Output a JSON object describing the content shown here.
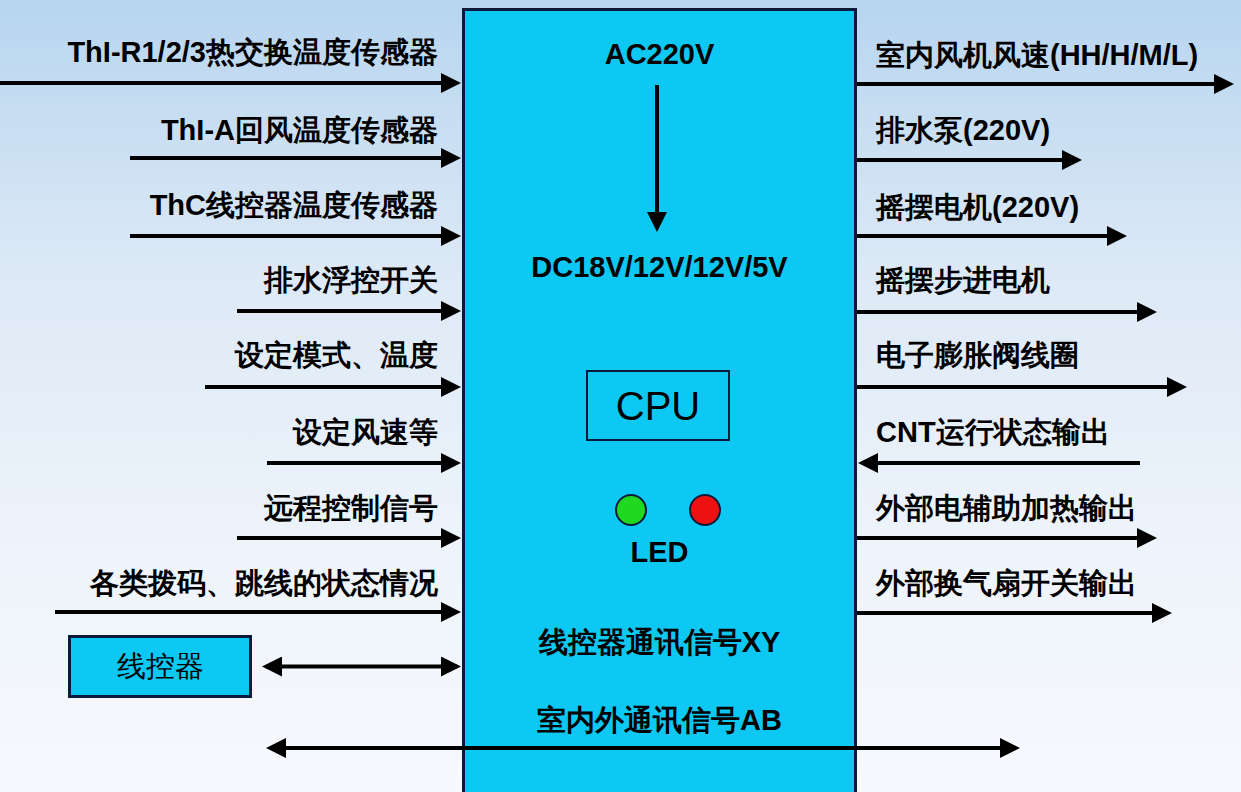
{
  "diagram": {
    "nodes": [
      {
        "text": [
          "AC220V",
          "DC18V/12V/12V/5V",
          "LED",
          "线控器通讯信号XY",
          "室内外通讯信号AB"
        ]
      },
      {
        "text": [
          "CPU"
        ],
        "in": 0
      },
      {
        "text": [
          "线控器"
        ]
      }
    ],
    "edges": [
      {
        "from": 2,
        "to": 0,
        "arrow": "both"
      }
    ],
    "labels": [
      "ThI-R1/2/3热交换温度传感器",
      "ThI-A回风温度传感器",
      "ThC线控器温度传感器",
      "排水浮控开关",
      "设定模式、温度",
      "设定风速等",
      "远程控制信号",
      "各类拨码、跳线的状态情况",
      "室内风机风速(HH/H/M/L)",
      "排水泵(220V)",
      "摇摆电机(220V)",
      "摇摆步进电机",
      "电子膨胀阀线圈",
      "CNT运行状态输出",
      "外部电辅助加热输出",
      "外部换气扇开关输出"
    ]
  }
}
